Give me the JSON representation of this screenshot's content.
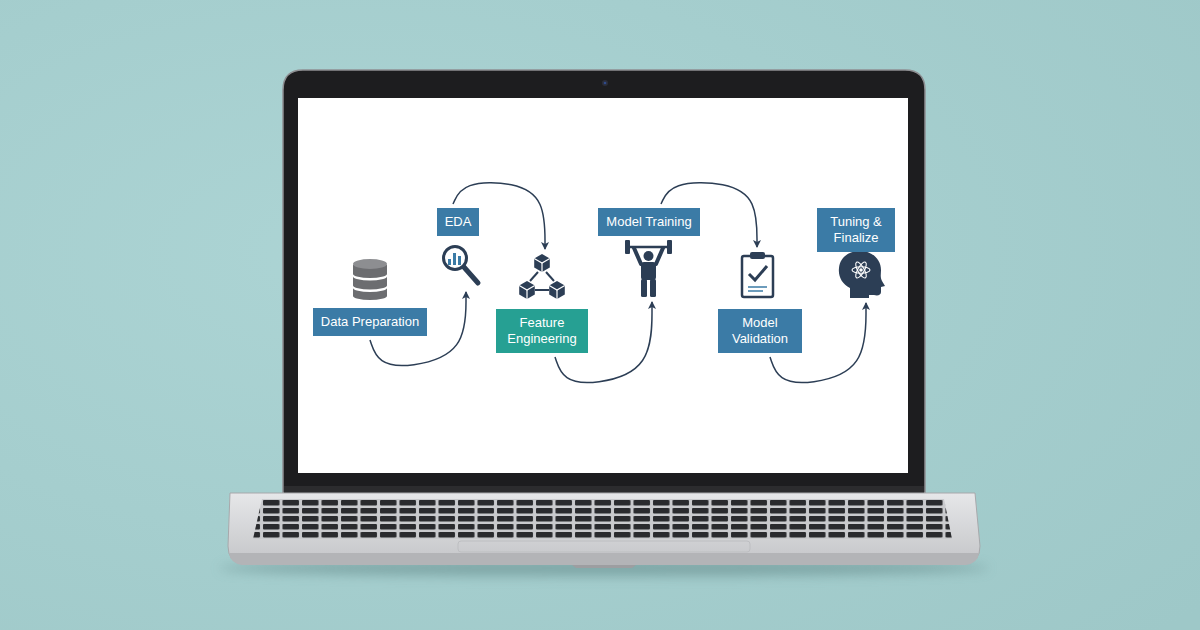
{
  "diagram": {
    "nodes": [
      {
        "text": [
          "Data Preparation"
        ]
      },
      {
        "text": [
          "EDA"
        ]
      },
      {
        "text": [
          "Feature Engineering"
        ]
      },
      {
        "text": [
          "Model Training"
        ]
      },
      {
        "text": [
          "Model Validation"
        ]
      },
      {
        "text": [
          "Tuning & Finalize"
        ]
      }
    ],
    "edges": [
      {
        "from": 0,
        "to": 1,
        "arrow": "to"
      },
      {
        "from": 1,
        "to": 2,
        "arrow": "to"
      },
      {
        "from": 2,
        "to": 3,
        "arrow": "to"
      },
      {
        "from": 3,
        "to": 4,
        "arrow": "to"
      },
      {
        "from": 4,
        "to": 5,
        "arrow": "to"
      }
    ]
  }
}
